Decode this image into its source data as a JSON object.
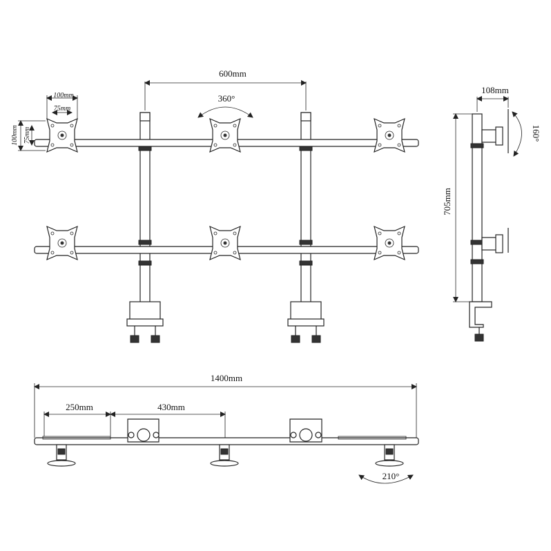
{
  "dimensions": {
    "arm_spacing": "600mm",
    "rotation_top": "360°",
    "vesa_outer_width": "100mm",
    "vesa_inner_width": "75mm",
    "vesa_outer_height": "100mm",
    "vesa_inner_height": "75mm",
    "side_depth": "108mm",
    "tilt": "160°",
    "height": "705mm",
    "total_width": "1400mm",
    "end_offset": "250mm",
    "clamp_spacing": "430mm",
    "swivel": "210°"
  }
}
